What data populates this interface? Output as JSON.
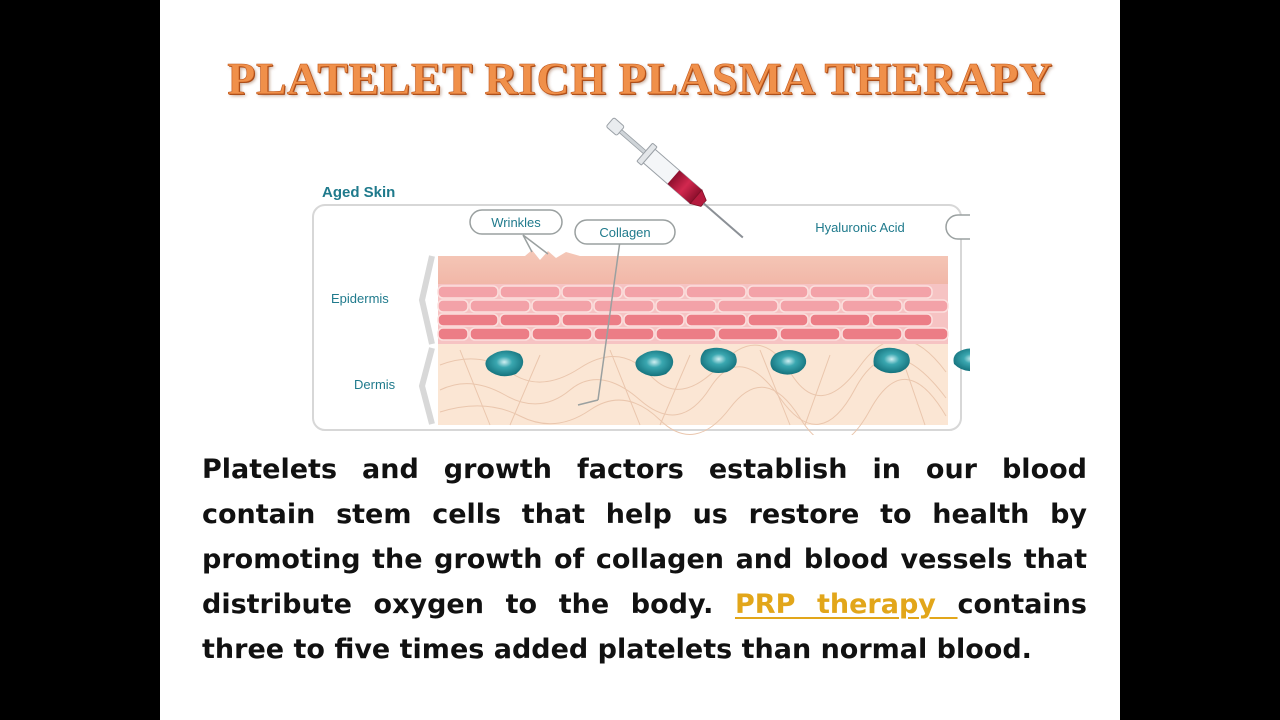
{
  "slide": {
    "title": "PLATELET RICH PLASMA THERAPY",
    "diagram": {
      "heading": "Aged Skin",
      "labels": {
        "wrinkles": "Wrinkles",
        "collagen": "Collagen",
        "hyaluronic_acid": "Hyaluronic Acid",
        "epidermis": "Epidermis",
        "dermis": "Dermis"
      }
    },
    "paragraph": {
      "text_before": "Platelets and growth factors establish in our blood contain stem cells that help us restore to health by promoting the growth of collagen and blood vessels that distribute oxygen to the body. ",
      "link_text": "PRP therapy ",
      "text_after": "contains three to five times added platelets than normal blood."
    }
  },
  "colors": {
    "title_orange": "#f0904a",
    "link_gold": "#e2a61a",
    "label_teal": "#1f7a8c",
    "epidermis_pink": "#f3a2a8",
    "dermis_cream": "#fbe6d4",
    "syringe_red": "#c4153a"
  }
}
